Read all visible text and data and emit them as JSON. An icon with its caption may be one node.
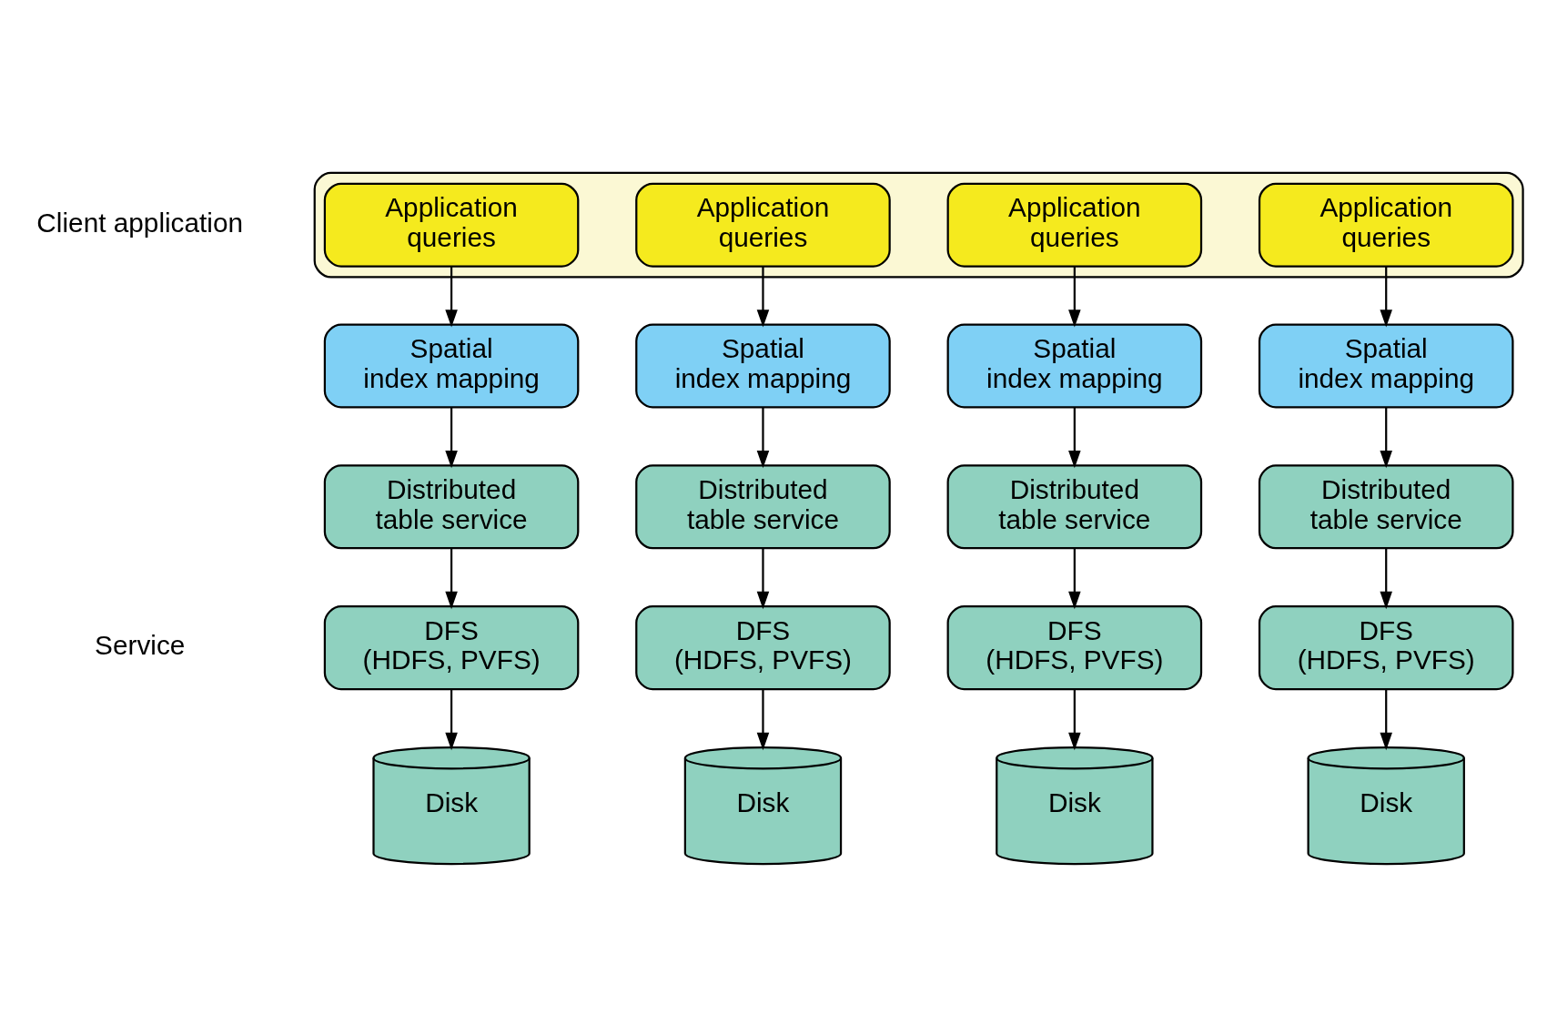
{
  "diagram": {
    "nodes": [
      {
        "text": [],
        "shape": "box"
      },
      {
        "text": [
          "Application queries"
        ],
        "in": 0
      },
      {
        "text": [
          "Application queries"
        ],
        "in": 0
      },
      {
        "text": [
          "Application queries"
        ],
        "in": 0
      },
      {
        "text": [
          "Application queries"
        ],
        "in": 0
      },
      {
        "text": [
          "Spatial index mapping"
        ]
      },
      {
        "text": [
          "Spatial index mapping"
        ]
      },
      {
        "text": [
          "Spatial index mapping"
        ]
      },
      {
        "text": [
          "Spatial index mapping"
        ]
      },
      {
        "text": [
          "Distributed table service"
        ]
      },
      {
        "text": [
          "Distributed table service"
        ]
      },
      {
        "text": [
          "Distributed table service"
        ]
      },
      {
        "text": [
          "Distributed table service"
        ]
      },
      {
        "text": [
          "DFS (HDFS, PVFS)"
        ]
      },
      {
        "text": [
          "DFS (HDFS, PVFS)"
        ]
      },
      {
        "text": [
          "DFS (HDFS, PVFS)"
        ]
      },
      {
        "text": [
          "DFS (HDFS, PVFS)"
        ]
      },
      {
        "text": [
          "Disk"
        ]
      },
      {
        "text": [
          "Disk"
        ]
      },
      {
        "text": [
          "Disk"
        ]
      },
      {
        "text": [
          "Disk"
        ]
      }
    ],
    "edges": [
      {
        "from": 1,
        "to": 5,
        "arrow": "to"
      },
      {
        "from": 2,
        "to": 6,
        "arrow": "to"
      },
      {
        "from": 3,
        "to": 7,
        "arrow": "to"
      },
      {
        "from": 4,
        "to": 8,
        "arrow": "to"
      },
      {
        "from": 5,
        "to": 9,
        "arrow": "to"
      },
      {
        "from": 6,
        "to": 10,
        "arrow": "to"
      },
      {
        "from": 7,
        "to": 11,
        "arrow": "to"
      },
      {
        "from": 8,
        "to": 12,
        "arrow": "to"
      },
      {
        "from": 9,
        "to": 13,
        "arrow": "to"
      },
      {
        "from": 10,
        "to": 14,
        "arrow": "to"
      },
      {
        "from": 11,
        "to": 15,
        "arrow": "to"
      },
      {
        "from": 12,
        "to": 16,
        "arrow": "to"
      },
      {
        "from": 13,
        "to": 17,
        "arrow": "to"
      },
      {
        "from": 14,
        "to": 18,
        "arrow": "to"
      },
      {
        "from": 15,
        "to": 19,
        "arrow": "to"
      },
      {
        "from": 16,
        "to": 20,
        "arrow": "to"
      }
    ],
    "labels": [
      "Client application",
      "Service"
    ]
  }
}
